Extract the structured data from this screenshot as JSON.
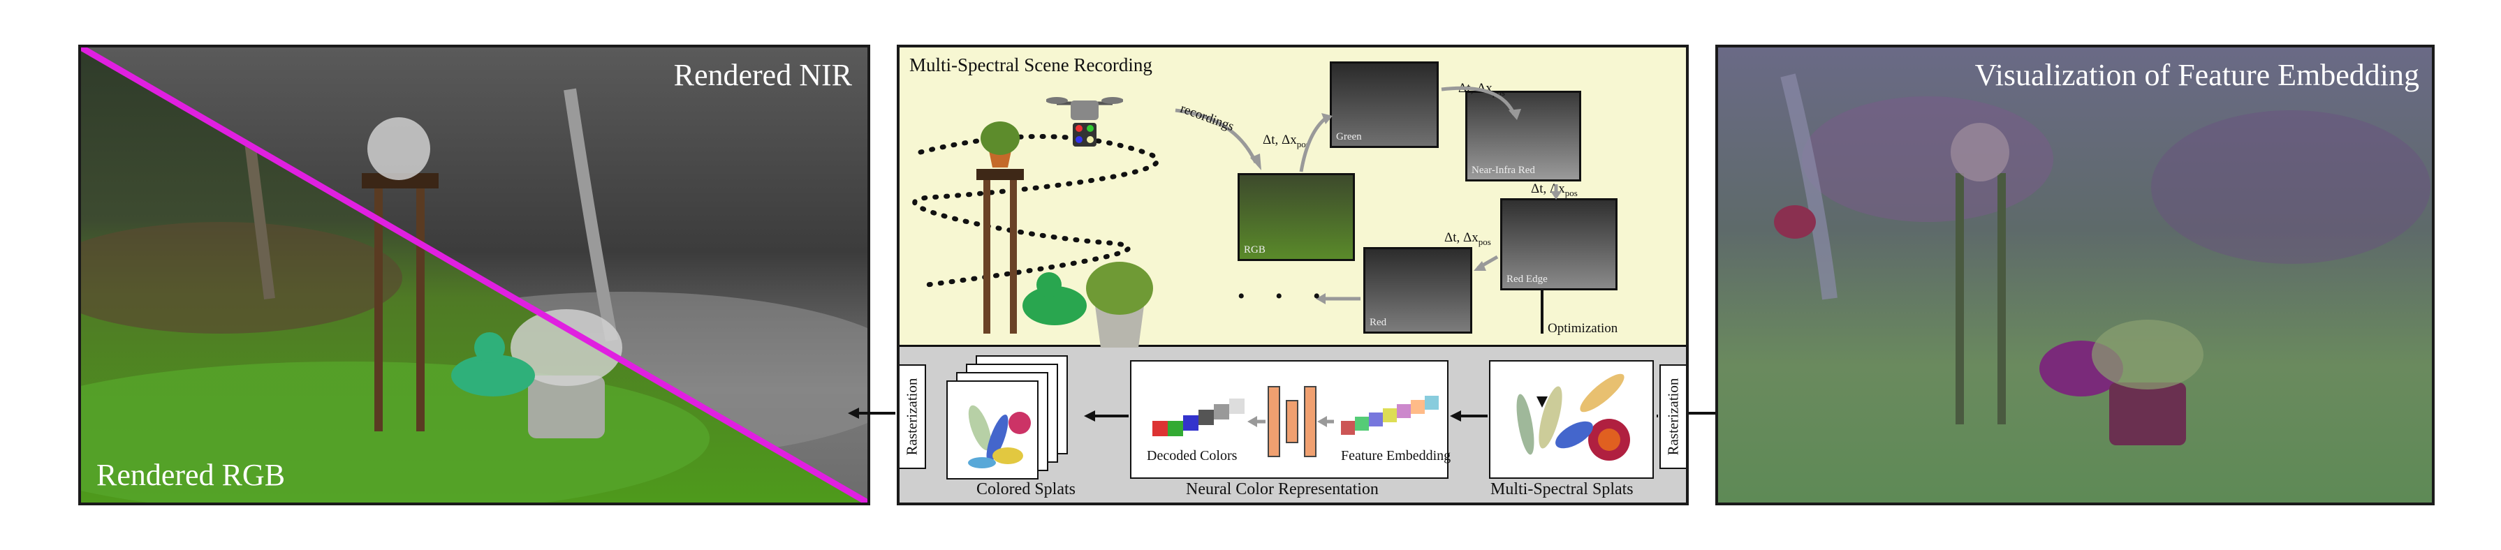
{
  "left_panel": {
    "nir_label": "Rendered NIR",
    "rgb_label": "Rendered RGB"
  },
  "middle_panel": {
    "title": "Multi-Spectral Scene Recording",
    "recordings_label": "recordings",
    "delta_label": "Δt, Δx",
    "delta_subscript": "pos",
    "frames": {
      "rgb": "RGB",
      "green": "Green",
      "nir": "Near-Infra Red",
      "red_edge": "Red Edge",
      "red": "Red"
    },
    "ellipsis": "• • •",
    "optimization_label": "Optimization",
    "colored_splats": "Colored Splats",
    "neural_color": "Neural Color Representation",
    "multispectral_splats": "Multi-Spectral Splats",
    "decoded_colors": "Decoded Colors",
    "feature_embedding": "Feature Embedding",
    "rasterization": "Rasterization"
  },
  "right_panel": {
    "title": "Visualization of Feature Embedding"
  },
  "colors": {
    "divider": "#e020e0",
    "recording_bg": "#f7f7d2",
    "pipeline_bg": "#cfcfcf"
  }
}
